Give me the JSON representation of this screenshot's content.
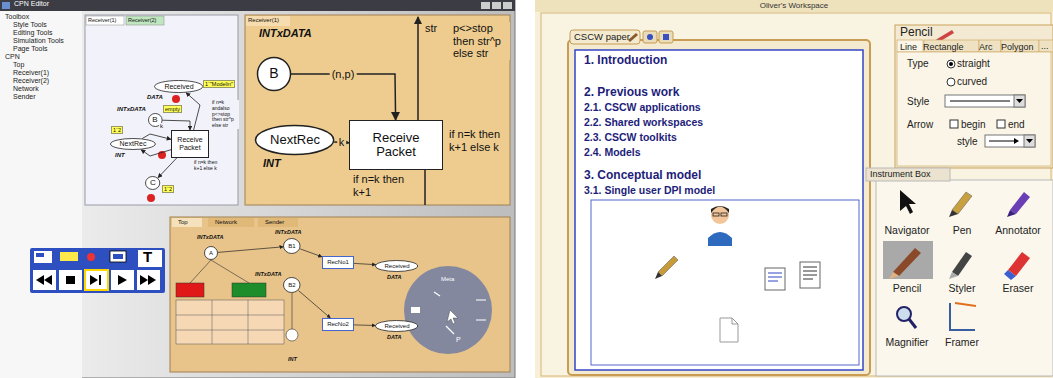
{
  "diagram": {
    "nodes": [
      {
        "text": [
          "CPN Editor"
        ]
      },
      {
        "text": [
          "Receiver(1)",
          "Receiver(2)"
        ],
        "in": 0
      },
      {
        "text": [
          "Received"
        ],
        "in": 1
      },
      {
        "text": [
          "B"
        ],
        "in": 1
      },
      {
        "text": [
          "Receive Packet"
        ],
        "in": 1
      },
      {
        "text": [
          "NextRec"
        ],
        "in": 1
      },
      {
        "text": [
          "C"
        ],
        "in": 1
      },
      {
        "text": [
          "Receiver(1)"
        ],
        "in": 0
      },
      {
        "text": [
          "B"
        ],
        "in": 7
      },
      {
        "text": [
          "Receive Packet"
        ],
        "in": 7
      },
      {
        "text": [
          "NextRec"
        ],
        "in": 7
      },
      {
        "text": [
          "Top",
          "Network",
          "Sender"
        ],
        "in": 0
      },
      {
        "text": [
          "A"
        ],
        "in": 11
      },
      {
        "text": [
          "B1"
        ],
        "in": 11
      },
      {
        "text": [
          "B2"
        ],
        "in": 11
      },
      {
        "text": [
          "RecNo1"
        ],
        "in": 11
      },
      {
        "text": [
          "RecNo2"
        ],
        "in": 11
      },
      {
        "text": [
          "Received"
        ],
        "in": 11
      },
      {
        "text": [
          "Received"
        ],
        "in": 11
      },
      {
        "text": [
          "T"
        ],
        "in": 0
      },
      {
        "text": [
          "Oliver's Workspace"
        ]
      },
      {
        "text": [
          "CSCW paper",
          "1. Introduction",
          "2. Previous work",
          "2.1. CSCW applications",
          "2.2. Shared workspaces",
          "2.3. CSCW toolkits",
          "2.4. Models",
          "3. Conceptual model",
          "3.1. Single user DPI model"
        ],
        "in": 20
      },
      {
        "text": [
          "Pencil",
          "Line",
          "Rectangle",
          "Arc",
          "Polygon",
          "...",
          "Type",
          "straight",
          "curved",
          "Style",
          "Arrow",
          "begin",
          "end",
          "style"
        ],
        "in": 20
      },
      {
        "text": [
          "Instrument Box",
          "Navigator",
          "Pen",
          "Annotator",
          "Pencil",
          "Styler",
          "Eraser",
          "Magnifier",
          "Framer"
        ],
        "in": 20
      }
    ],
    "edges": [
      {
        "from": 3,
        "to": 4,
        "arrow": "to"
      },
      {
        "from": 4,
        "to": 2,
        "arrow": "to"
      },
      {
        "from": 5,
        "to": 4,
        "arrow": "to"
      },
      {
        "from": 4,
        "to": 5,
        "arrow": "to"
      },
      {
        "from": 4,
        "to": 6,
        "arrow": "to"
      },
      {
        "from": 8,
        "to": 9,
        "label": "(n,p)",
        "arrow": "to"
      },
      {
        "from": 10,
        "to": 9,
        "label": "k",
        "arrow": "to"
      },
      {
        "from": 12,
        "to": 13,
        "arrow": "to"
      },
      {
        "from": 13,
        "to": 15,
        "arrow": "to"
      },
      {
        "from": 14,
        "to": 16,
        "arrow": "to"
      },
      {
        "from": 15,
        "to": 17,
        "arrow": "to"
      },
      {
        "from": 16,
        "to": 18,
        "arrow": "to"
      }
    ],
    "labels": [
      "Toolbox",
      "Style Tools",
      "Editing Tools",
      "Simulation Tools",
      "Page Tools",
      "CPN",
      "Top",
      "Receiver(1)",
      "Receiver(2)",
      "Network",
      "Sender",
      "1`\"Modelin\"",
      "DATA",
      "INTxDATA",
      "empty",
      "if n=k andalso p<>stop then str^p else str",
      "INT",
      "1`2",
      "k",
      "if n=k then k+1 else k",
      "1`2",
      "INTxDATA",
      "str",
      "p<>stop then str^p else str",
      "INT",
      "if n=k then k+1 else k",
      "if n=k then k+1",
      "INTxDATA",
      "INTxDATA",
      "INTxDATA",
      "DATA",
      "DATA",
      "INT",
      "Meta",
      "P"
    ]
  }
}
